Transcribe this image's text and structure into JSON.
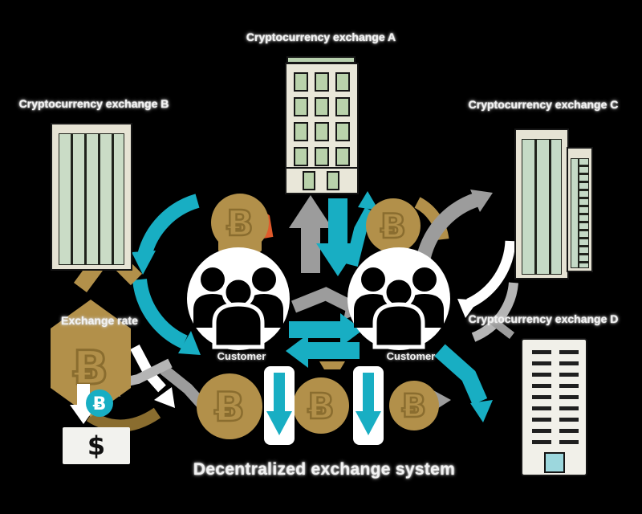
{
  "title": "Decentralized exchange system",
  "labels": {
    "exchange_a": "Cryptocurrency exchange A",
    "exchange_b": "Cryptocurrency exchange B",
    "exchange_c": "Cryptocurrency exchange C",
    "exchange_d": "Cryptocurrency exchange D",
    "exchange_rate": "Exchange rate",
    "customer_left": "Customer",
    "customer_right": "Customer"
  },
  "symbols": {
    "bitcoin": "Ƀ",
    "dollar": "$"
  },
  "icons": {
    "people_group": "three-person-silhouette",
    "building": "office-building",
    "bitcoin_coin": "gold-coin-with-bitcoin-symbol",
    "swap_arrows": "two-way-exchange-arrows",
    "transfer_arrow": "down-arrow-in-white-panel"
  },
  "colors": {
    "background": "#000000",
    "teal": "#18aec3",
    "gold": "#b2904a",
    "dark_gold": "#8a6d2f",
    "gray_arrow": "#9c9c9c",
    "orange": "#e05a2b",
    "building_cream": "#e7e4d5",
    "window_green": "#c6dac6",
    "label_gray": "#e3e3e3"
  }
}
